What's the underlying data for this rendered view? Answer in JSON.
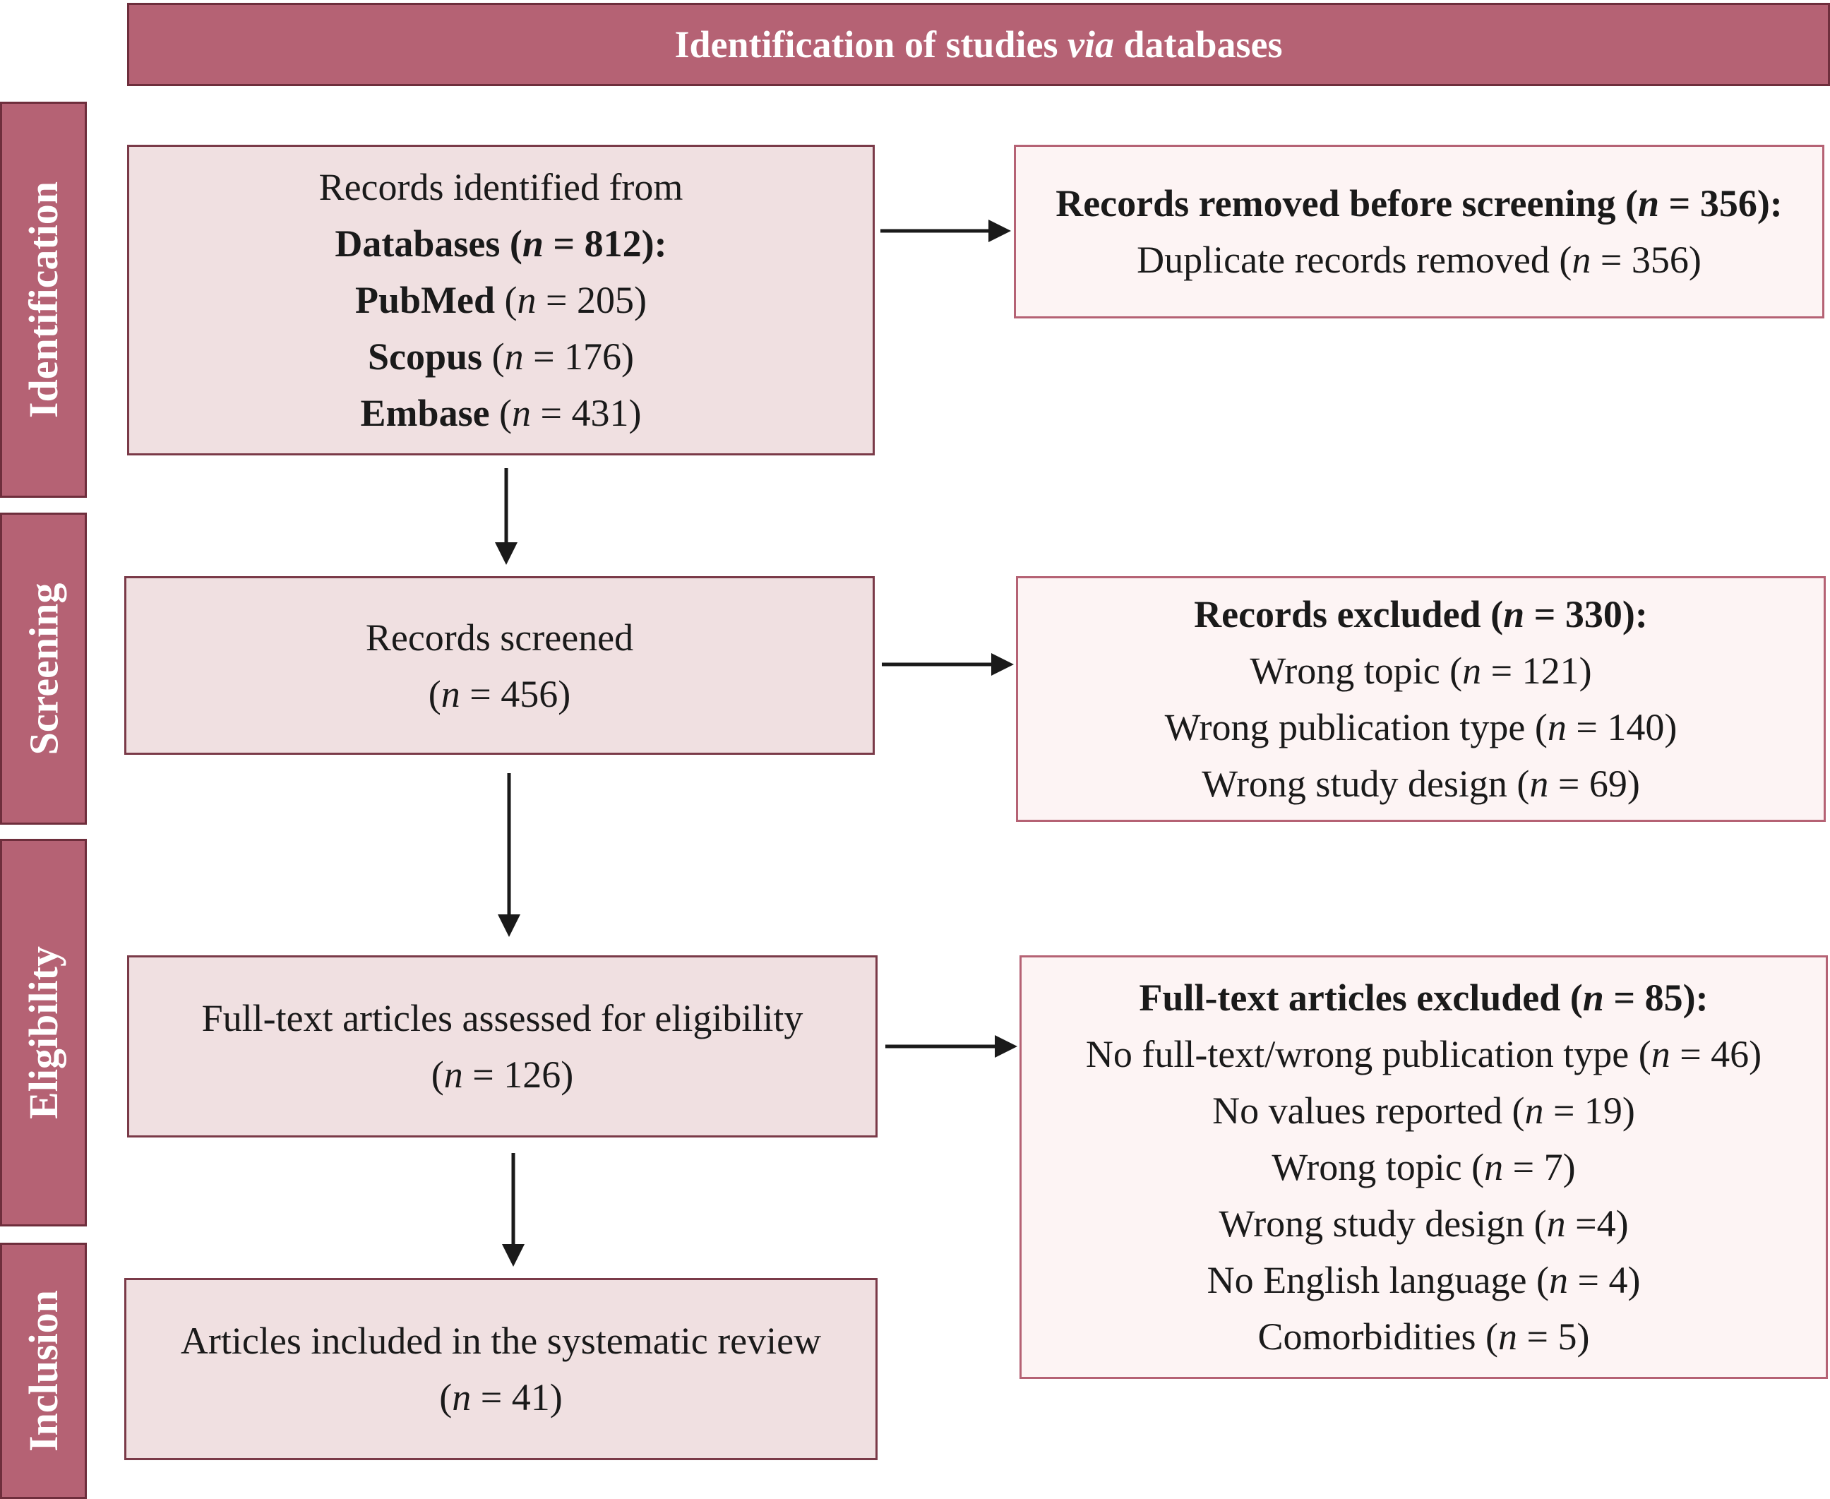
{
  "header": {
    "pre": "Identification of studies ",
    "via": "via",
    "post": " databases"
  },
  "stages": {
    "identification": "Identification",
    "screening": "Screening",
    "eligibility": "Eligibility",
    "inclusion": "Inclusion"
  },
  "identified": {
    "line1": "Records identified from",
    "databases_label": "Databases (",
    "databases_n": "n",
    "databases_value": " = 812):",
    "sources": [
      {
        "name": "PubMed",
        "open": " (",
        "n": "n",
        "value": " = 205)"
      },
      {
        "name": "Scopus",
        "open": " (",
        "n": "n",
        "value": " = 176)"
      },
      {
        "name": "Embase",
        "open": " (",
        "n": "n",
        "value": " = 431)"
      }
    ]
  },
  "removed": {
    "title_pre": "Records removed before screening (",
    "title_n": "n",
    "title_post": " = 356):",
    "line_pre": "Duplicate records removed (",
    "line_n": "n",
    "line_post": " = 356)"
  },
  "screened": {
    "label": "Records screened",
    "open": "(",
    "n": "n",
    "value": " = 456)"
  },
  "excluded": {
    "title_pre": "Records excluded (",
    "title_n": "n",
    "title_post": " = 330):",
    "items": [
      {
        "pre": "Wrong topic (",
        "n": "n",
        "post": " = 121)"
      },
      {
        "pre": "Wrong publication type (",
        "n": "n",
        "post": " = 140)"
      },
      {
        "pre": "Wrong study design (",
        "n": "n",
        "post": " = 69)"
      }
    ]
  },
  "fulltext": {
    "label": "Full-text articles assessed for eligibility",
    "open": "(",
    "n": "n",
    "value": " = 126)"
  },
  "fulltext_excluded": {
    "title_pre": "Full-text articles excluded (",
    "title_n": "n",
    "title_post": " = 85):",
    "items": [
      {
        "pre": "No full-text/wrong publication type (",
        "n": "n",
        "post": " = 46)"
      },
      {
        "pre": "No values reported  (",
        "n": "n",
        "post": " = 19)"
      },
      {
        "pre": "Wrong topic (",
        "n": "n",
        "post": " = 7)"
      },
      {
        "pre": "Wrong study design (",
        "n": "n",
        "post": " =4)"
      },
      {
        "pre": "No English language (",
        "n": "n",
        "post": " = 4)"
      },
      {
        "pre": "Comorbidities (",
        "n": "n",
        "post": " = 5)"
      }
    ]
  },
  "included": {
    "label": "Articles included in the systematic review",
    "open": "(",
    "n": "n",
    "value": " = 41)"
  },
  "colors": {
    "stage_fill": "#b56274",
    "stage_border": "#6e2e3c",
    "left_box_fill": "#f0e0e1",
    "right_box_fill": "#fdf4f4",
    "arrow": "#1a1a1a"
  }
}
